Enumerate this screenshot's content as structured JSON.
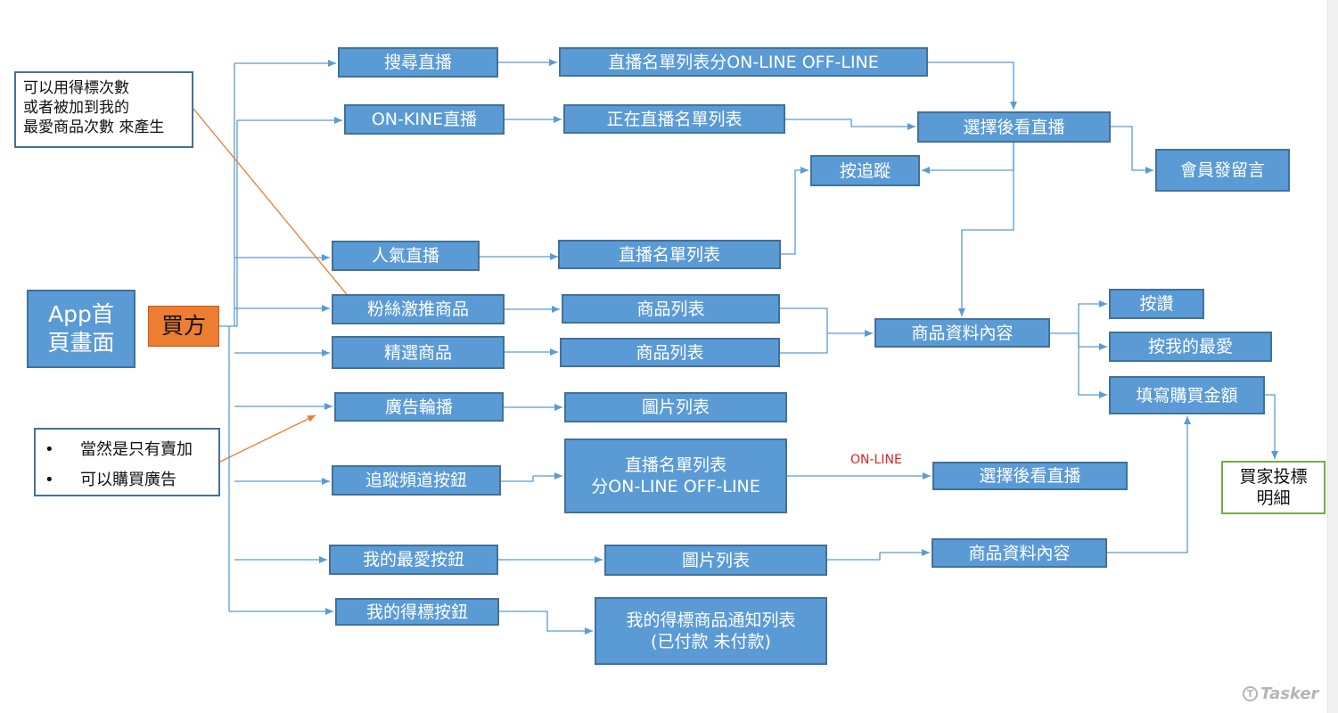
{
  "nodes": {
    "home": "App首\n頁畫面",
    "buyer": "買方",
    "search_live": "搜尋直播",
    "live_list_split": "直播名單列表分ON-LINE  OFF-LINE",
    "online_live": "ON-KINE直播",
    "now_live_list": "正在直播名單列表",
    "choose_watch": "選擇後看直播",
    "member_comment": "會員發留言",
    "follow_press": "按追蹤",
    "popular_live": "人氣直播",
    "live_list": "直播名單列表",
    "fan_push": "粉絲激推商品",
    "product_list_1": "商品列表",
    "product_detail": "商品資料內容",
    "like": "按讚",
    "my_fav_press": "按我的最愛",
    "fill_amount": "填寫購買金額",
    "featured": "精選商品",
    "product_list_2": "商品列表",
    "ad_carousel": "廣告輪播",
    "image_list_1": "圖片列表",
    "follow_channel": "追蹤頻道按鈕",
    "live_list_split_2": "直播名單列表\n分ON-LINE  OFF-LINE",
    "choose_watch_2": "選擇後看直播",
    "bid_detail": "買家投標\n明細",
    "my_fav_button": "我的最愛按鈕",
    "image_list_2": "圖片列表",
    "product_detail_2": "商品資料內容",
    "my_win_button": "我的得標按鈕",
    "win_notice_list": "我的得標商品通知列表\n(已付款 未付款)"
  },
  "notes": {
    "top": "可以用得標次數\n 或者被加到我的\n最愛商品次數 來產生",
    "bottom": [
      "當然是只有賣加",
      "可以購買廣告"
    ]
  },
  "edge_labels": {
    "online": "ON-LINE"
  },
  "watermark": "Tasker",
  "colors": {
    "node_fill": "#5b9bd5",
    "node_border": "#41719c",
    "connector": "#5b9bd5",
    "buyer_fill": "#ed7d31",
    "annotation_arrow": "#ed7d31",
    "bid_detail_border": "#70ad47",
    "edge_label": "#e02020"
  }
}
